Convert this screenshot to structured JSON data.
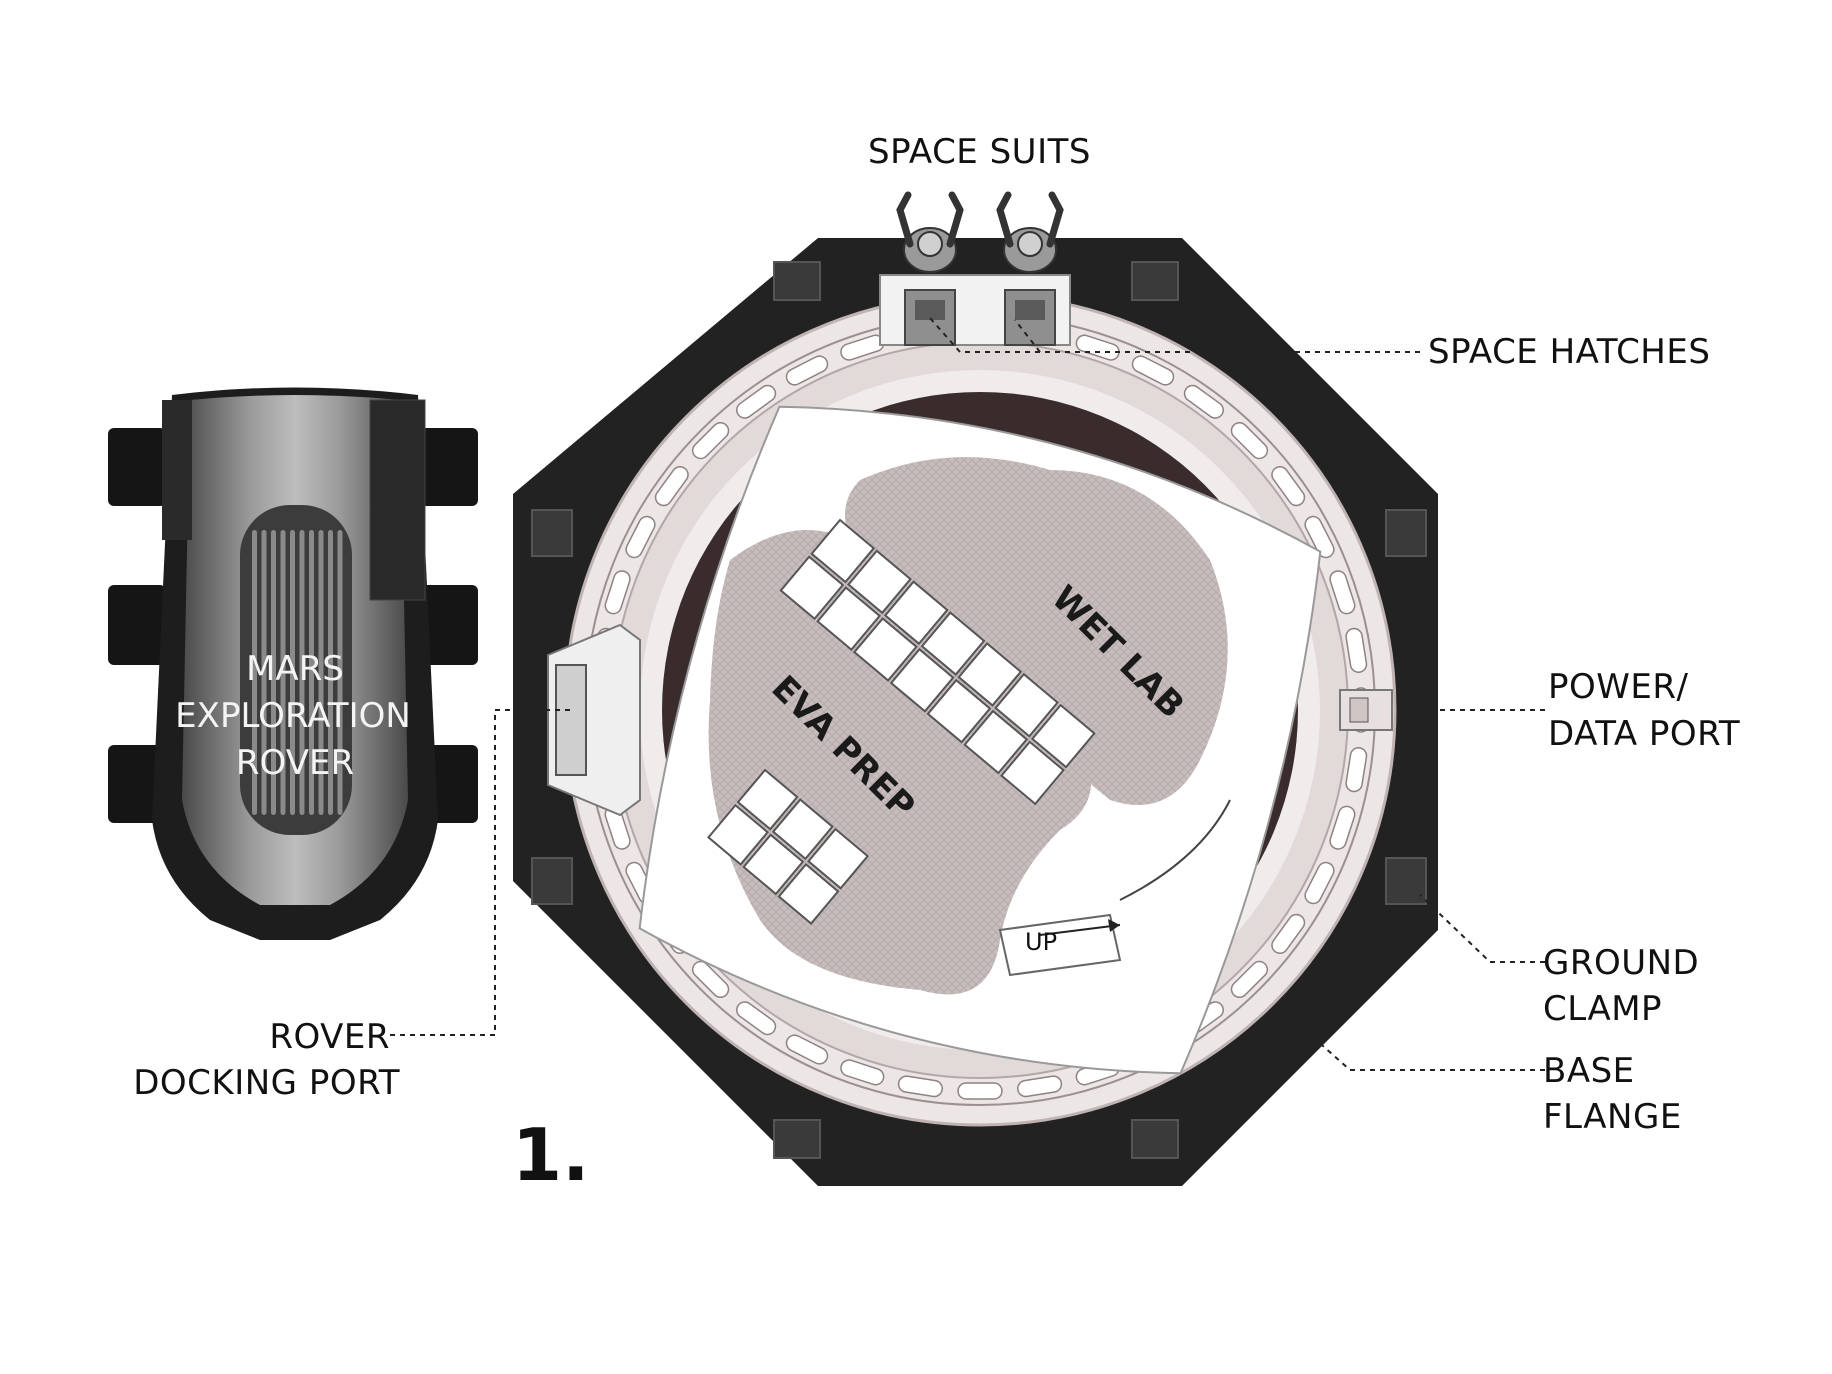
{
  "labels": {
    "space_suits": "SPACE SUITS",
    "space_hatches": "SPACE HATCHES",
    "power_data_port_1": "POWER/",
    "power_data_port_2": "DATA PORT",
    "ground_clamp_1": "GROUND",
    "ground_clamp_2": "CLAMP",
    "base_flange_1": "BASE",
    "base_flange_2": "FLANGE",
    "rover_docking_port_1": "ROVER",
    "rover_docking_port_2": "DOCKING PORT",
    "rover_1": "MARS",
    "rover_2": "EXPLORATION",
    "rover_3": "ROVER",
    "wet_lab": "WET LAB",
    "eva_prep": "EVA PREP",
    "up": "UP",
    "figure_number": "1."
  },
  "colors": {
    "outer_shell": "#222222",
    "ring": "#ece6e6",
    "floor": "#c9bfbf",
    "dark_gap": "#3a2c2c",
    "white": "#ffffff"
  }
}
